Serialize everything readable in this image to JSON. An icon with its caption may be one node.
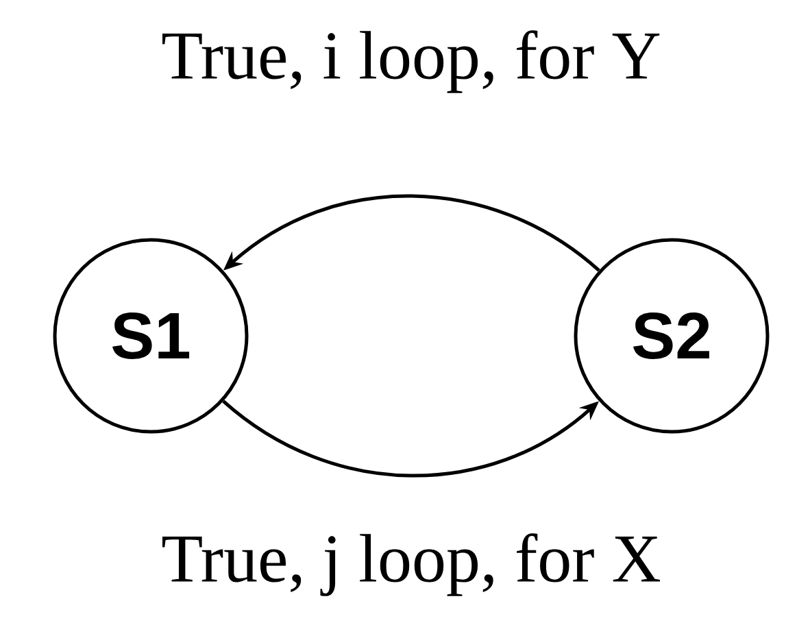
{
  "diagram": {
    "nodes": [
      {
        "text": [
          "S1"
        ]
      },
      {
        "text": [
          "S2"
        ]
      }
    ],
    "edges": [
      {
        "from": 1,
        "to": 0,
        "arrow": "to",
        "label": "True, i loop, for Y"
      },
      {
        "from": 0,
        "to": 1,
        "arrow": "to",
        "label": "True, j loop, for X"
      }
    ]
  }
}
